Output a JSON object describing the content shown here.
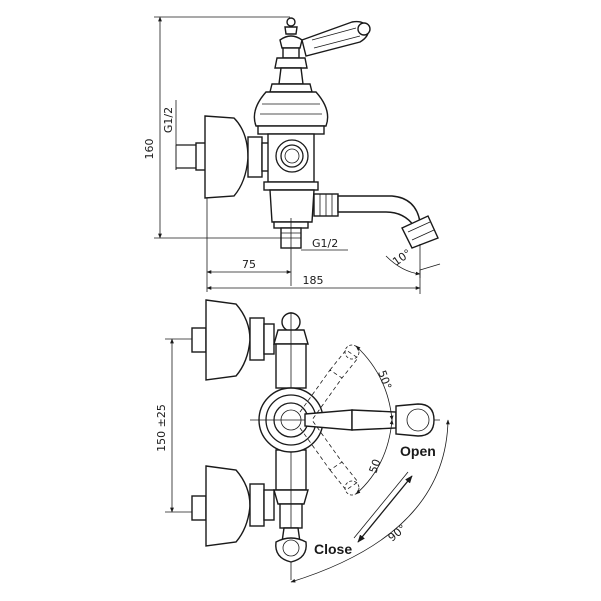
{
  "top_view": {
    "height_label": "160",
    "inlet_thread_label": "G1/2",
    "outlet_thread_label": "G1/2",
    "offset_label": "75",
    "reach_label": "185",
    "spout_angle_label": "10°"
  },
  "front_view": {
    "centres_label": "150 ±25",
    "upper_angle_label": "50°",
    "lower_angle_label": "50",
    "rotation_label": "90°",
    "open_label": "Open",
    "close_label": "Close"
  }
}
